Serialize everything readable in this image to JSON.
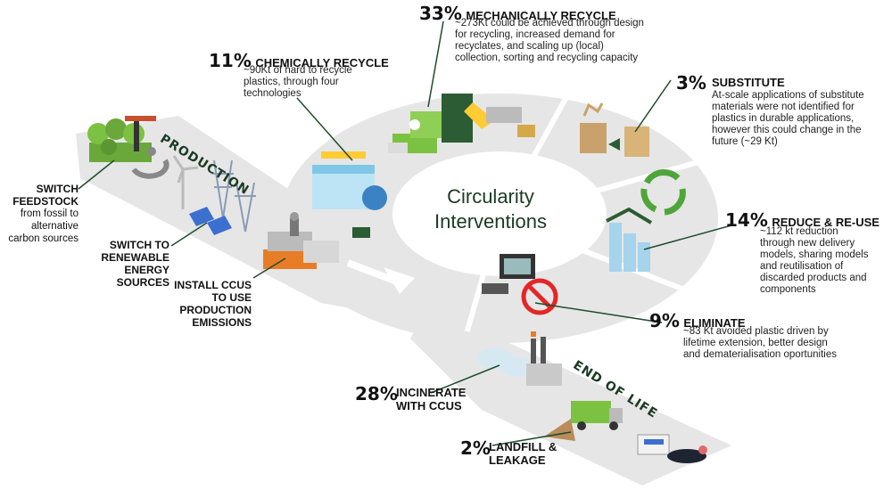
{
  "center": {
    "line1": "Circularity",
    "line2": "Interventions"
  },
  "phases": {
    "production": "PRODUCTION",
    "end_of_life": "END OF LIFE"
  },
  "interventions": [
    {
      "id": "mechanically-recycle",
      "percent": "33%",
      "title": "MECHANICALLY RECYCLE",
      "desc": [
        "~273Kt could be achieved through design",
        "for recycling, increased demand for",
        "recyclates, and scaling up (local)",
        "collection, sorting and recycling capacity"
      ]
    },
    {
      "id": "chemically-recycle",
      "percent": "11%",
      "title": "CHEMICALLY RECYCLE",
      "desc": [
        "~90Kt of hard to recycle",
        "plastics, through four",
        "technologies"
      ]
    },
    {
      "id": "substitute",
      "percent": "3%",
      "title": "SUBSTITUTE",
      "desc": [
        "At-scale applications of substitute",
        "materials were not identified for",
        "plastics in durable applications,",
        "however this could change in the",
        "future (~29 Kt)"
      ]
    },
    {
      "id": "reduce-reuse",
      "percent": "14%",
      "title": "REDUCE & RE-USE",
      "desc": [
        "~112 kt reduction",
        "through new delivery",
        "models, sharing models",
        "and reutilisation of",
        "discarded products and",
        "components"
      ]
    },
    {
      "id": "eliminate",
      "percent": "9%",
      "title": "ELIMINATE",
      "desc": [
        "~83 Kt avoided plastic driven by",
        "lifetime extension, better design",
        "and dematerialisation oportunities"
      ]
    },
    {
      "id": "incinerate",
      "percent": "28%",
      "title": "INCINERATE",
      "title2": "WITH CCUS",
      "desc": []
    },
    {
      "id": "landfill",
      "percent": "2%",
      "title": "LANDFILL &",
      "title2": "LEAKAGE",
      "desc": []
    }
  ],
  "production_steps": [
    {
      "id": "switch-feedstock",
      "title": "SWITCH",
      "title2": "FEEDSTOCK",
      "sub": [
        "from fossil to",
        "alternative",
        "carbon sources"
      ]
    },
    {
      "id": "switch-renewable",
      "title": "SWITCH TO",
      "title2": "RENEWABLE",
      "title3": "ENERGY SOURCES",
      "sub": []
    },
    {
      "id": "install-ccus",
      "title": "INSTALL CCUS",
      "title2": "TO USE",
      "title3": "PRODUCTION",
      "title4": "EMISSIONS",
      "sub": []
    }
  ],
  "colors": {
    "ring": "#e3e3e3",
    "ring_dark": "#cfcfcf",
    "accent_green": "#7cc242",
    "line": "#1e4d2b",
    "text": "#111111"
  }
}
